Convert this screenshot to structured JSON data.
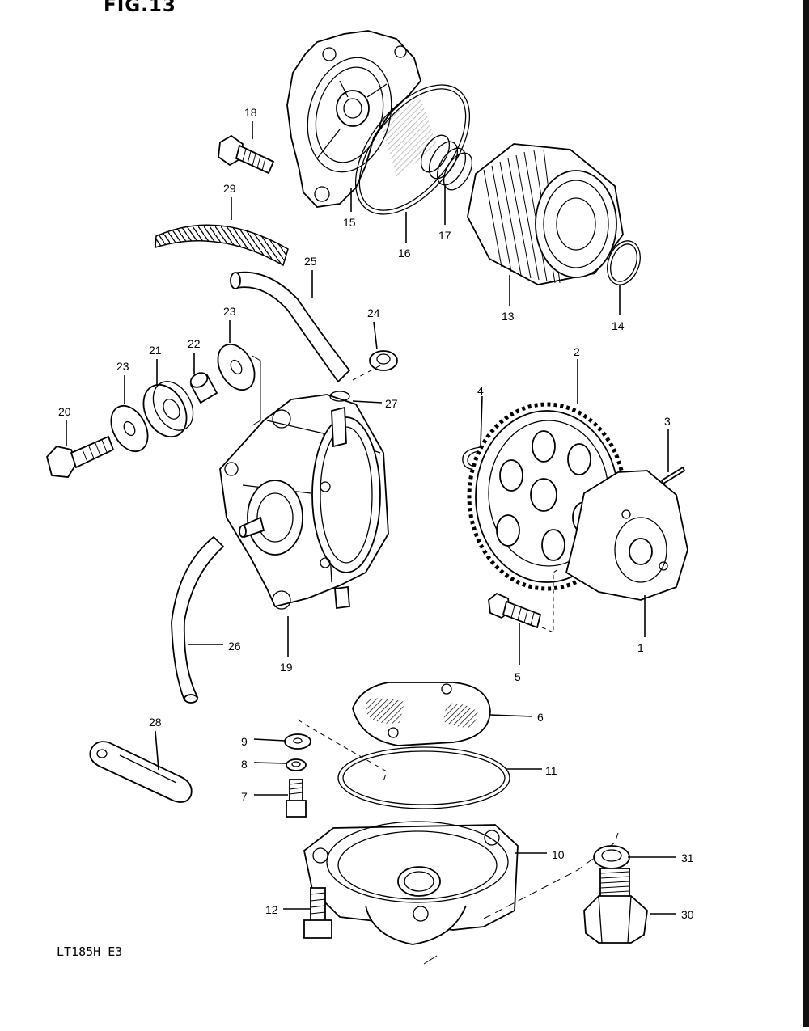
{
  "figure": {
    "title": "FIG.13",
    "model_code": "LT185H E3"
  },
  "parts": [
    {
      "no": "1"
    },
    {
      "no": "2"
    },
    {
      "no": "3"
    },
    {
      "no": "4"
    },
    {
      "no": "5"
    },
    {
      "no": "6"
    },
    {
      "no": "7"
    },
    {
      "no": "8"
    },
    {
      "no": "9"
    },
    {
      "no": "10"
    },
    {
      "no": "11"
    },
    {
      "no": "12"
    },
    {
      "no": "13"
    },
    {
      "no": "14"
    },
    {
      "no": "15"
    },
    {
      "no": "16"
    },
    {
      "no": "17"
    },
    {
      "no": "18"
    },
    {
      "no": "19"
    },
    {
      "no": "20"
    },
    {
      "no": "21"
    },
    {
      "no": "22"
    },
    {
      "no": "23"
    },
    {
      "no": "23"
    },
    {
      "no": "24"
    },
    {
      "no": "25"
    },
    {
      "no": "26"
    },
    {
      "no": "27"
    },
    {
      "no": "28"
    },
    {
      "no": "29"
    },
    {
      "no": "30"
    },
    {
      "no": "31"
    }
  ],
  "colors": {
    "ink": "#000000",
    "paper": "#ffffff"
  }
}
